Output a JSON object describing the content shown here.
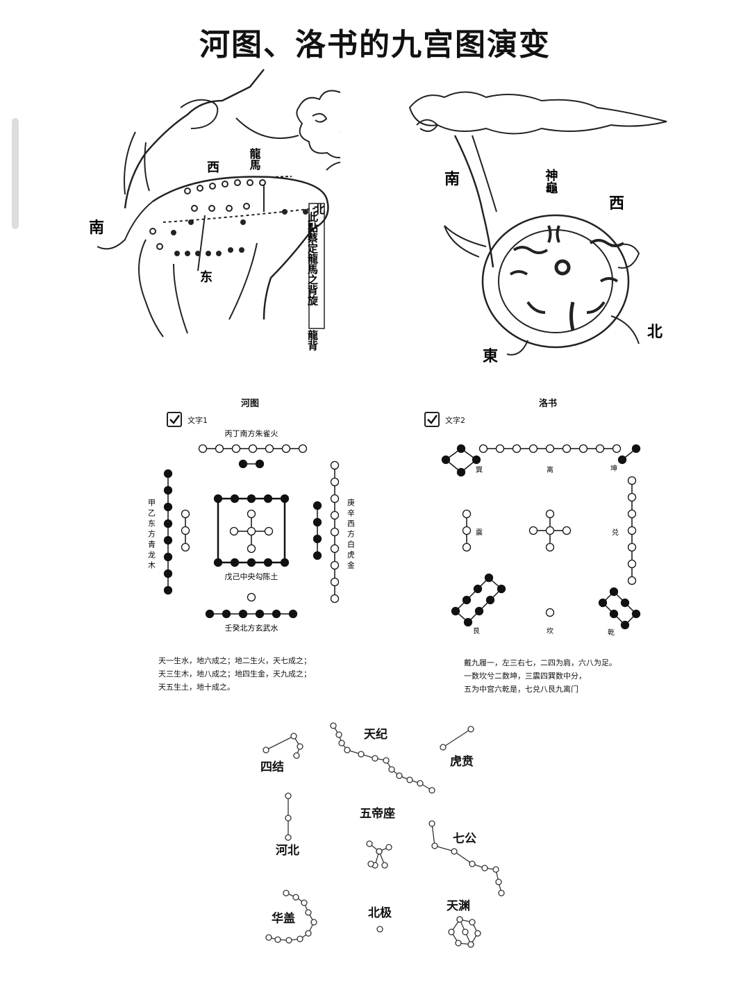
{
  "title": "河图、洛书的九宫图演变",
  "illustration": {
    "left": {
      "dir_south": "南",
      "dir_west": "西",
      "dir_north": "北",
      "dir_east": "东",
      "animal_label": "龍馬",
      "caption": "此點蔡定龍馬之背旋",
      "caption2": "龍背"
    },
    "right": {
      "dir_south": "南",
      "dir_west": "西",
      "dir_north": "北",
      "dir_east": "東",
      "animal_label": "神龜"
    }
  },
  "hetu": {
    "heading": "河图",
    "checkbox_label": "文字1",
    "checked": true,
    "south_label": "丙丁南方朱雀火",
    "east_label": "甲乙东方青龙木",
    "west_label": "庚辛西方白虎金",
    "center_label": "戊己中央勾陈土",
    "north_label": "壬癸北方玄武水",
    "poem": [
      "天一生水，地六成之；地二生火，天七成之；",
      "天三生木，地八成之；地四生金，天九成之；",
      "天五生土，地十成之。"
    ]
  },
  "luoshu": {
    "heading": "洛书",
    "checkbox_label": "文字2",
    "checked": true,
    "labels": {
      "xun": "巽",
      "li": "离",
      "kun": "坤",
      "zhen": "震",
      "dui": "兑",
      "gen": "艮",
      "kan": "坎",
      "qian": "乾"
    },
    "poem": [
      "戴九履一，左三右七，二四为肩，六八为足。",
      "一数坎兮二数坤，三震四巽数中分，",
      "五为中宫六乾是，七兑八艮九离门"
    ]
  },
  "constellations": [
    "天纪",
    "四结",
    "虎贲",
    "五帝座",
    "七公",
    "河北",
    "华盖",
    "北极",
    "天渊"
  ]
}
